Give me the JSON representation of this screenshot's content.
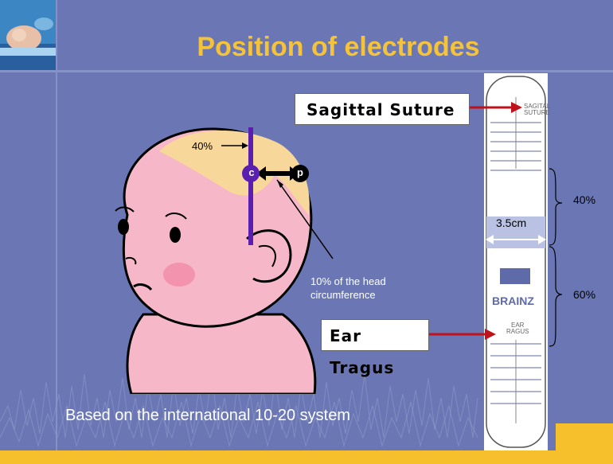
{
  "title": "Position of electrodes",
  "labels": {
    "sagittal": "Sagittal Suture",
    "ear": "Ear Tragus",
    "head_percent": "40%",
    "electrode_c": "c",
    "electrode_p": "p",
    "head_note_line1": "10% of the head",
    "head_note_line2": "circumference",
    "ruler_width": "3.5cm",
    "pct_upper": "40%",
    "pct_lower": "60%",
    "ruler_top_text1": "SAGITAL",
    "ruler_top_text2": "SUTURE",
    "ruler_brand": "BRAINZ",
    "ruler_ear_text1": "EAR",
    "ruler_ear_text2": "RAGUS"
  },
  "footer": "Based on the international 10-20 system",
  "colors": {
    "background": "#6a77b4",
    "title": "#f4c33a",
    "accent_bar": "#f6bf2c",
    "electrode_line": "#5b1fb0",
    "arrow_red": "#c0121a"
  }
}
